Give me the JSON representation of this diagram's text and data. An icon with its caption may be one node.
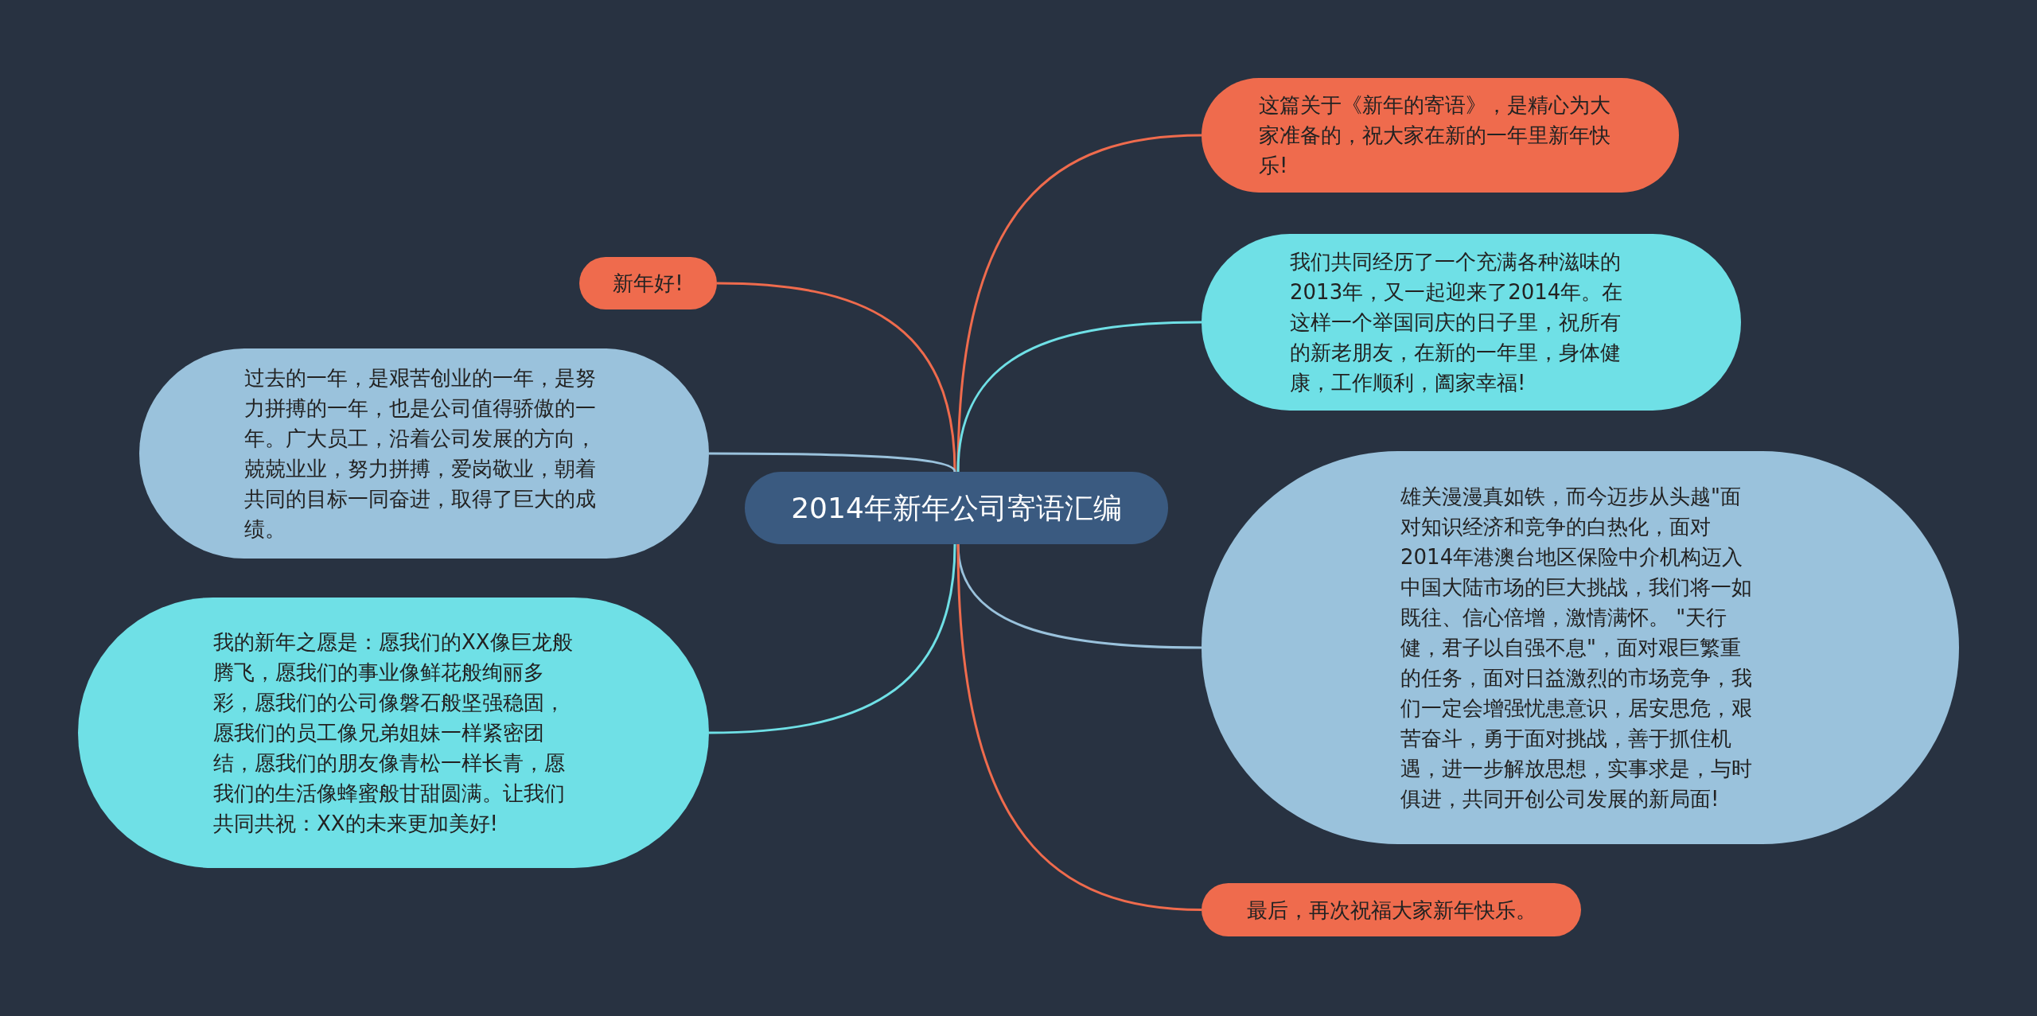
{
  "diagram": {
    "nodes": [
      {
        "text": [
          "2014年新年公司寄语汇编"
        ]
      },
      {
        "text": [
          "新年好!"
        ]
      },
      {
        "text": [
          "过去的一年，是艰苦创业的一年，是努力拼搏的一年，也是公司值得骄傲的一年。广大员工，沿着公司发展的方向，兢兢业业，努力拼搏，爱岗敬业，朝着共同的目标一同奋进，取得了巨大的成绩。"
        ]
      },
      {
        "text": [
          "我的新年之愿是：愿我们的XX像巨龙般腾飞，愿我们的事业像鲜花般绚丽多彩，愿我们的公司像磐石般坚强稳固，愿我们的员工像兄弟姐妹一样紧密团结，愿我们的朋友像青松一样长青，愿我们的生活像蜂蜜般甘甜圆满。让我们共同共祝：XX的未来更加美好!"
        ]
      },
      {
        "text": [
          "这篇关于《新年的寄语》，是精心为大家准备的，祝大家在新的一年里新年快乐!"
        ]
      },
      {
        "text": [
          "我们共同经历了一个充满各种滋味的2013年，又一起迎来了2014年。在这样一个举国同庆的日子里，祝所有的新老朋友，在新的一年里，身体健康，工作顺利，阖家幸福!"
        ]
      },
      {
        "text": [
          "雄关漫漫真如铁，而今迈步从头越\"面对知识经济和竞争的白热化，面对2014年港澳台地区保险中介机构迈入中国大陆市场的巨大挑战，我们将一如既往、信心倍增，激情满怀。 \"天行健，君子以自强不息\"，面对艰巨繁重的任务，面对日益激烈的市场竞争，我们一定会增强忧患意识，居安思危，艰苦奋斗，勇于面对挑战，善于抓住机遇，进一步解放思想，实事求是，与时俱进，共同开创公司发展的新局面!"
        ]
      },
      {
        "text": [
          "最后，再次祝福大家新年快乐。"
        ]
      }
    ],
    "edges": [
      {
        "from": 0,
        "to": 1,
        "arrow": "none",
        "color": "#ef6b4d"
      },
      {
        "from": 0,
        "to": 2,
        "arrow": "none",
        "color": "#9ac2dc"
      },
      {
        "from": 0,
        "to": 3,
        "arrow": "none",
        "color": "#6fe0e6"
      },
      {
        "from": 0,
        "to": 4,
        "arrow": "none",
        "color": "#ef6b4d"
      },
      {
        "from": 0,
        "to": 5,
        "arrow": "none",
        "color": "#6fe0e6"
      },
      {
        "from": 0,
        "to": 6,
        "arrow": "none",
        "color": "#9ac2dc"
      },
      {
        "from": 0,
        "to": 7,
        "arrow": "none",
        "color": "#ef6b4d"
      }
    ]
  }
}
